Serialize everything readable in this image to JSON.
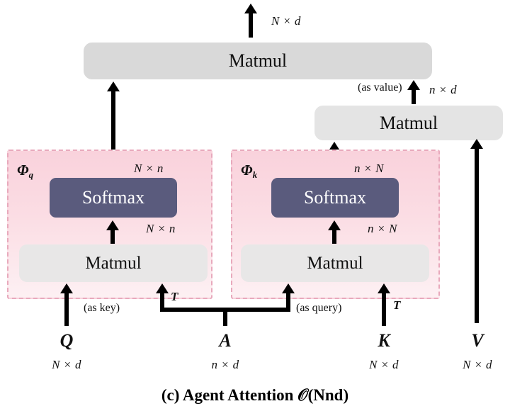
{
  "figure": {
    "caption_prefix": "(c) Agent Attention ",
    "caption_complexity": "𝒪(Nnd)",
    "caption_full": "(c) Agent Attention 𝒪(Nnd)"
  },
  "colors": {
    "group_fill_top": "#f9d2dc",
    "group_fill_bottom": "#fdf0f3",
    "group_border": "#e8a9bc",
    "matmul_block": "#d9d9d9",
    "matmul_inner": "#e8e7e7",
    "softmax_block": "#5a5b7d",
    "softmax_text": "#ffffff",
    "arrow": "#000000",
    "text": "#111111",
    "background": "#ffffff"
  },
  "blocks": {
    "top_matmul": "Matmul",
    "value_matmul": "Matmul",
    "phi_q_matmul": "Matmul",
    "phi_k_matmul": "Matmul",
    "phi_q_softmax": "Softmax",
    "phi_k_softmax": "Softmax"
  },
  "groups": {
    "phi_q": {
      "symbol": "Φ",
      "subscript": "q"
    },
    "phi_k": {
      "symbol": "Φ",
      "subscript": "k"
    }
  },
  "dimensions": {
    "output": "N × d",
    "value_branch": "n × d",
    "phi_q_softmax_out": "N × n",
    "phi_q_matmul_out": "N × n",
    "phi_k_softmax_out": "n × N",
    "phi_k_matmul_out": "n × N",
    "q_dim": "N × d",
    "a_dim": "n × d",
    "k_dim": "N × d",
    "v_dim": "N × d"
  },
  "annotations": {
    "as_value": "(as value)",
    "as_key": "(as key)",
    "as_query": "(as query)",
    "transpose_left": "T",
    "transpose_right": "T"
  },
  "inputs": {
    "q": "Q",
    "a": "A",
    "k": "K",
    "v": "V"
  }
}
